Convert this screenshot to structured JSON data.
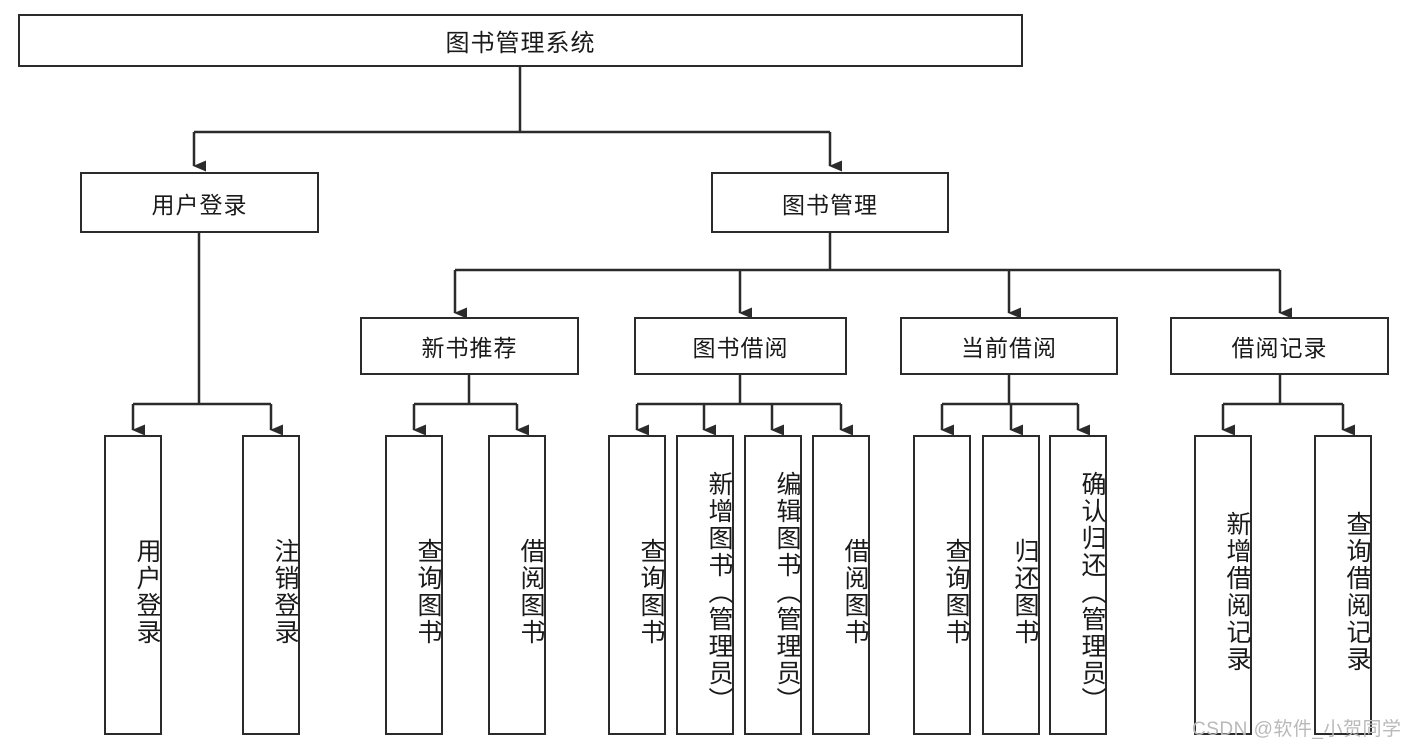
{
  "diagram": {
    "title": "图书管理系统",
    "type": "tree-hierarchy-chart",
    "root": {
      "label": "图书管理系统"
    },
    "level2": [
      {
        "key": "user_login",
        "label": "用户登录"
      },
      {
        "key": "book_manage",
        "label": "图书管理"
      }
    ],
    "level3": [
      {
        "key": "new_book_rec",
        "label": "新书推荐",
        "parent": "book_manage"
      },
      {
        "key": "book_borrow",
        "label": "图书借阅",
        "parent": "book_manage"
      },
      {
        "key": "current_borrow",
        "label": "当前借阅",
        "parent": "book_manage"
      },
      {
        "key": "borrow_record",
        "label": "借阅记录",
        "parent": "book_manage"
      }
    ],
    "leaves": [
      {
        "key": "leaf_user_login",
        "label": "用户登录",
        "parent": "user_login"
      },
      {
        "key": "leaf_logout",
        "label": "注销登录",
        "parent": "user_login"
      },
      {
        "key": "leaf_query_book_1",
        "label": "查询图书",
        "parent": "new_book_rec"
      },
      {
        "key": "leaf_borrow_book_1",
        "label": "借阅图书",
        "parent": "new_book_rec"
      },
      {
        "key": "leaf_query_book_2",
        "label": "查询图书",
        "parent": "book_borrow"
      },
      {
        "key": "leaf_add_book",
        "label": "新增图书（管理员）",
        "parent": "book_borrow"
      },
      {
        "key": "leaf_edit_book",
        "label": "编辑图书（管理员）",
        "parent": "book_borrow"
      },
      {
        "key": "leaf_borrow_book_2",
        "label": "借阅图书",
        "parent": "book_borrow"
      },
      {
        "key": "leaf_query_book_3",
        "label": "查询图书",
        "parent": "current_borrow"
      },
      {
        "key": "leaf_return_book",
        "label": "归还图书",
        "parent": "current_borrow"
      },
      {
        "key": "leaf_confirm_return",
        "label": "确认归还（管理员）",
        "parent": "current_borrow"
      },
      {
        "key": "leaf_add_record",
        "label": "新增借阅记录",
        "parent": "borrow_record"
      },
      {
        "key": "leaf_query_record",
        "label": "查询借阅记录",
        "parent": "borrow_record"
      }
    ],
    "colors": {
      "stroke": "#2b2b2b",
      "fill": "#ffffff",
      "text": "#1a1a1a",
      "watermark": "#b9b9b9"
    }
  },
  "watermark": {
    "text": "CSDN @软件_小贺同学"
  }
}
